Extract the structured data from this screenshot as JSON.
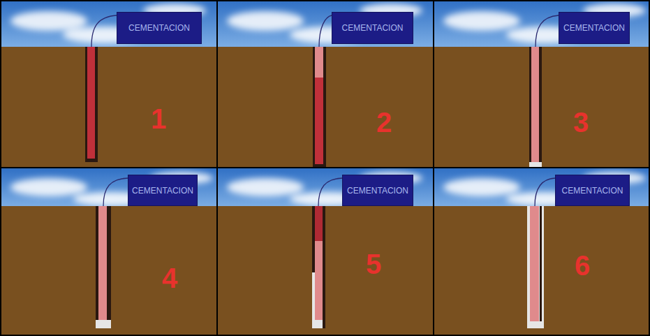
{
  "diagram": {
    "nodes": [
      {
        "text": [
          "CEMENTACION"
        ]
      },
      {
        "text": [
          "CEMENTACION"
        ]
      },
      {
        "text": [
          "CEMENTACION"
        ]
      },
      {
        "text": [
          "CEMENTACION"
        ]
      },
      {
        "text": [
          "CEMENTACION"
        ]
      },
      {
        "text": [
          "CEMENTACION"
        ]
      }
    ],
    "labels": [
      "1",
      "2",
      "3",
      "4",
      "5",
      "6"
    ]
  }
}
